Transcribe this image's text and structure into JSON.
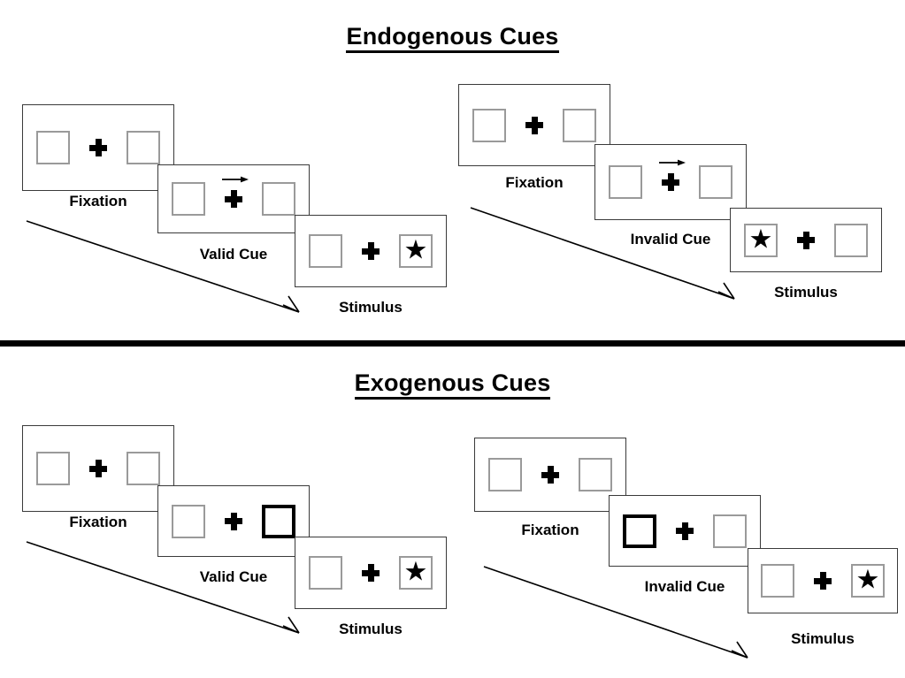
{
  "figure": {
    "title_endogenous": "Endogenous Cues",
    "title_exogenous": "Exogenous Cues",
    "colors": {
      "background": "#ffffff",
      "ink": "#000000",
      "frame_border": "#3a3a3a",
      "box_border": "#9a9a9a",
      "cued_box_border": "#000000",
      "divider": "#000000"
    }
  },
  "sections": [
    {
      "id": "endogenous",
      "title": "Endogenous Cues",
      "columns": [
        {
          "id": "endogenous-valid",
          "condition": "valid",
          "panels": [
            {
              "label": "Fixation",
              "cue": "none",
              "star": "none"
            },
            {
              "label": "Valid Cue",
              "cue": "arrow-right",
              "star": "none"
            },
            {
              "label": "Stimulus",
              "cue": "none",
              "star": "right"
            }
          ]
        },
        {
          "id": "endogenous-invalid",
          "condition": "invalid",
          "panels": [
            {
              "label": "Fixation",
              "cue": "none",
              "star": "none"
            },
            {
              "label": "Invalid Cue",
              "cue": "arrow-right",
              "star": "none"
            },
            {
              "label": "Stimulus",
              "cue": "none",
              "star": "left"
            }
          ]
        }
      ]
    },
    {
      "id": "exogenous",
      "title": "Exogenous Cues",
      "columns": [
        {
          "id": "exogenous-valid",
          "condition": "valid",
          "panels": [
            {
              "label": "Fixation",
              "cue": "none",
              "star": "none"
            },
            {
              "label": "Valid Cue",
              "cue": "box-flash-right",
              "star": "none"
            },
            {
              "label": "Stimulus",
              "cue": "none",
              "star": "right"
            }
          ]
        },
        {
          "id": "exogenous-invalid",
          "condition": "invalid",
          "panels": [
            {
              "label": "Fixation",
              "cue": "none",
              "star": "none"
            },
            {
              "label": "Invalid Cue",
              "cue": "box-flash-left",
              "star": "none"
            },
            {
              "label": "Stimulus",
              "cue": "none",
              "star": "right"
            }
          ]
        }
      ]
    }
  ],
  "labels": {
    "fixation": "Fixation",
    "valid_cue": "Valid Cue",
    "invalid_cue": "Invalid Cue",
    "stimulus": "Stimulus"
  },
  "icons": {
    "star": "★",
    "arrow_cue": "arrow-right-icon",
    "time_arrow": "time-flow-arrow-icon",
    "fixation_cross": "plus-cross-icon"
  }
}
